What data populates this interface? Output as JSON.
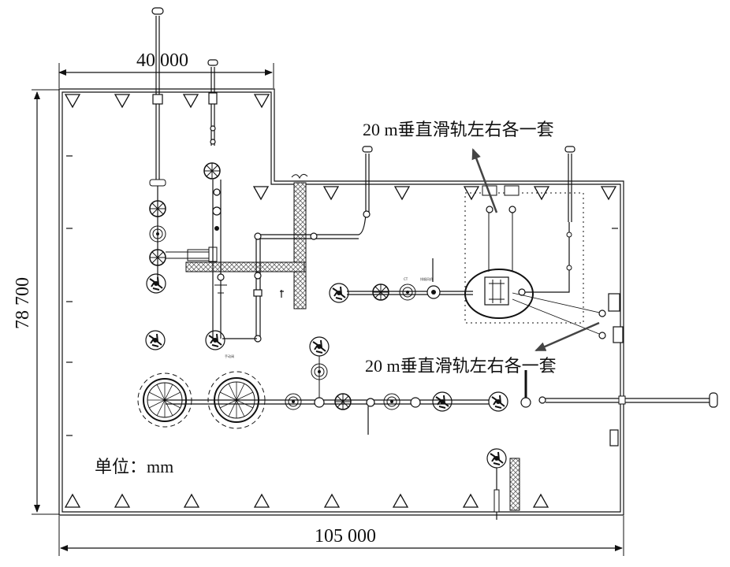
{
  "dimensions": {
    "top_width": "40 000",
    "height": "78 700",
    "bottom_width": "105 000"
  },
  "annotations": {
    "rail_upper": "20 m垂直滑轨左右各一套",
    "rail_lower": "20 m垂直滑轨左右各一套"
  },
  "unit_label": "单位：mm",
  "minor_labels": [
    "CT",
    "排烟风机",
    "手动阀"
  ],
  "colors": {
    "line": "#111111",
    "hatch": "#555555"
  },
  "icons": [
    "triangle-marker-icon",
    "valve-icon",
    "fan-icon",
    "pump-icon",
    "pipe-cap-icon",
    "hatched-wall-icon",
    "arrow-icon"
  ]
}
